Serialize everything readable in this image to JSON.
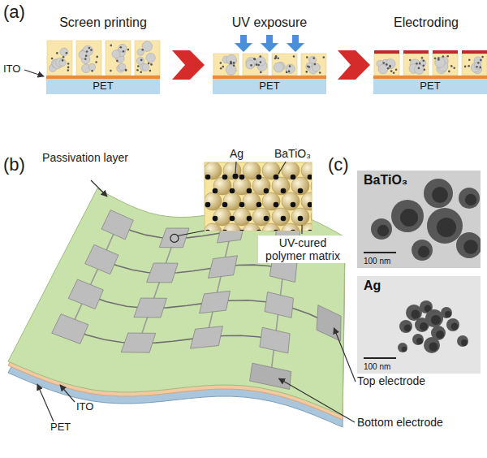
{
  "diagram": {
    "nodes": [
      {
        "text": [
          "PET"
        ]
      },
      {
        "text": [
          "PET"
        ]
      },
      {
        "text": [
          "PET"
        ]
      },
      {
        "text": [
          "BaTiO₃",
          "100 nm"
        ]
      },
      {
        "text": [
          "Ag",
          "100 nm"
        ]
      }
    ],
    "labels": [
      "(a)",
      "Screen printing",
      "UV exposure",
      "Electroding",
      "ITO",
      "(b)",
      "Passivation layer",
      "Ag",
      "BaTiO₃",
      "UV-cured polymer matrix",
      "Top electrode",
      "Bottom electrode",
      "ITO",
      "PET",
      "(c)"
    ]
  }
}
